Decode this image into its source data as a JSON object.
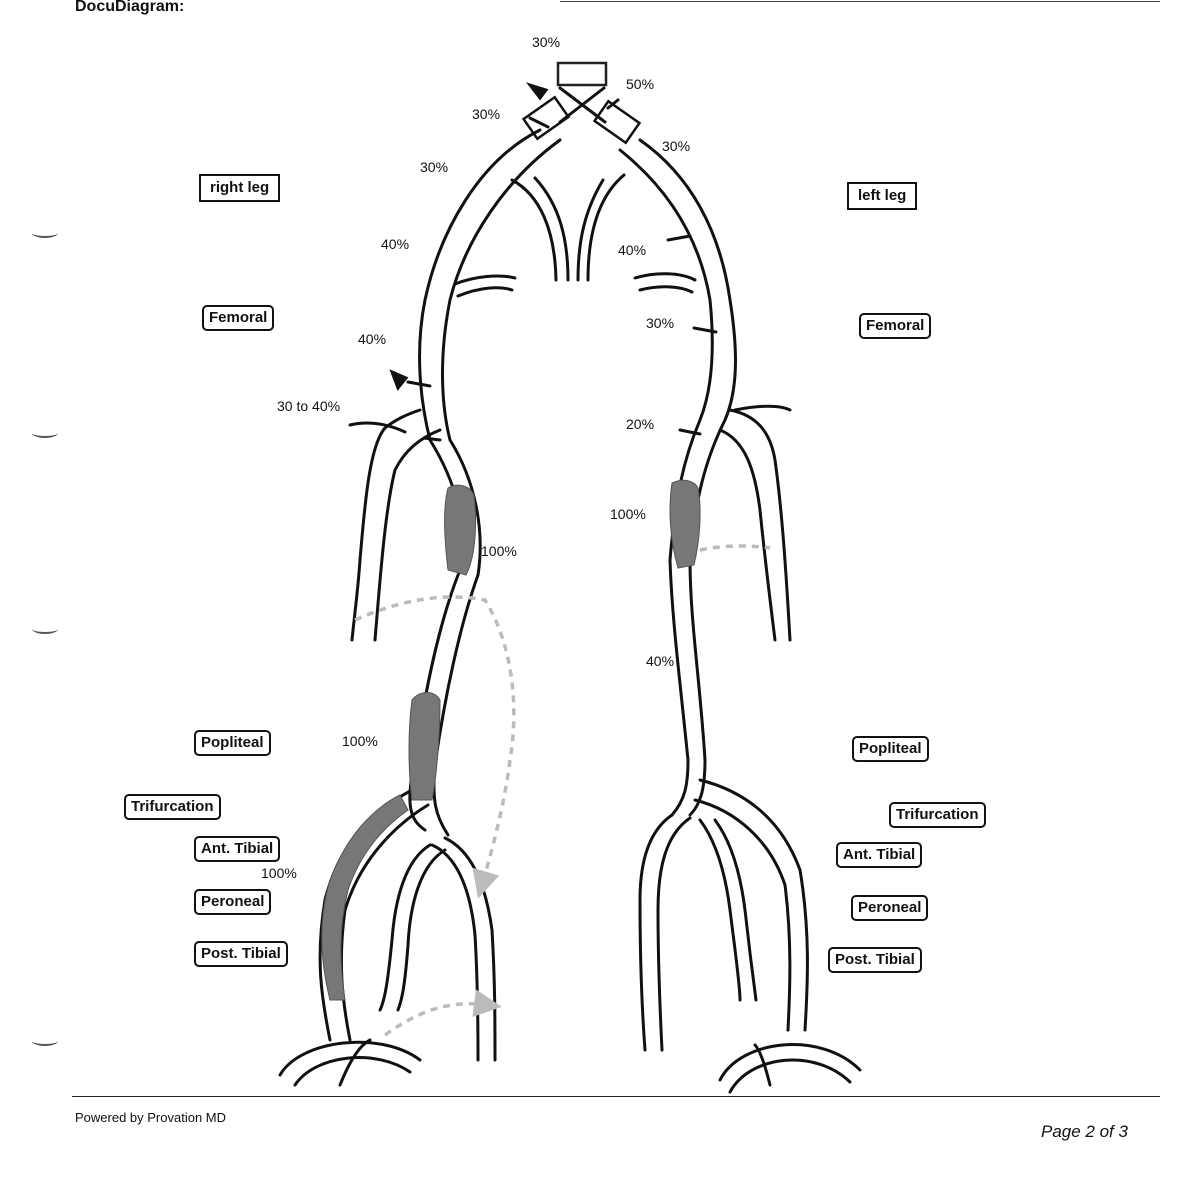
{
  "header": {
    "title": "DocuDiagram:"
  },
  "footer": {
    "powered_by": "Powered by Provation MD",
    "page": "Page 2 of 3"
  },
  "legs": {
    "right": {
      "heading": "right leg",
      "labels": [
        "Femoral",
        "Popliteal",
        "Trifurcation",
        "Ant. Tibial",
        "Peroneal",
        "Post. Tibial"
      ]
    },
    "left": {
      "heading": "left leg",
      "labels": [
        "Femoral",
        "Popliteal",
        "Trifurcation",
        "Ant. Tibial",
        "Peroneal",
        "Post. Tibial"
      ]
    }
  },
  "stenosis": {
    "aorta_top": "30%",
    "left_iliac_origin": "50%",
    "right_common_iliac": "30%",
    "left_common_iliac": "30%",
    "right_iliac_upper": "30%",
    "right_external_iliac": "40%",
    "left_external_iliac": "40%",
    "right_femoral_upper": "40%",
    "left_femoral_upper": "30%",
    "right_femoral_bifurcation": "30 to 40%",
    "left_femoral_bifurcation": "20%",
    "right_sfa": "100%",
    "left_sfa": "100%",
    "left_distal_sfa": "40%",
    "right_popliteal": "100%",
    "right_ant_tibial": "100%"
  }
}
